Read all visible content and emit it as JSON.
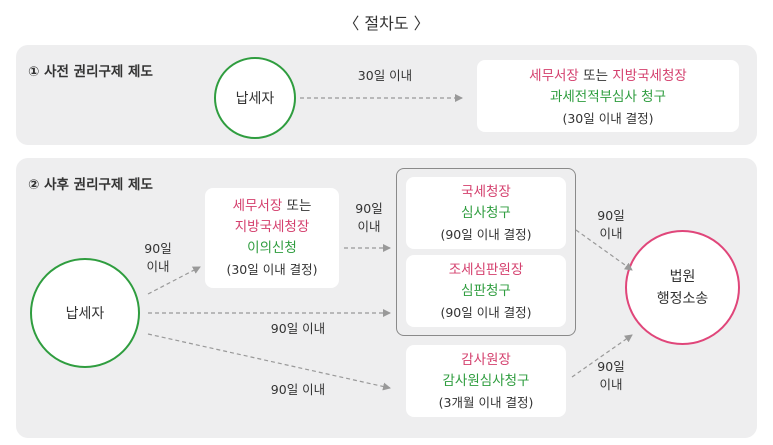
{
  "title": "〈 절차도 〉",
  "section1": {
    "label": "① 사전 권리구제 제도",
    "taxpayer": "납세자",
    "arrow_label": "30일 이내",
    "box": {
      "line1_pink_a": "세무서장",
      "line1_dark": " 또는 ",
      "line1_pink_b": "지방국세청장",
      "line2": "과세전적부심사 청구",
      "line3": "(30일 이내 결정)"
    }
  },
  "section2": {
    "label": "② 사후 권리구제 제도",
    "taxpayer": "납세자",
    "labels": {
      "to_objection": "90일\n이내",
      "objection_to_group": "90일\n이내",
      "direct_to_group": "90일 이내",
      "direct_to_audit": "90일 이내",
      "group_to_court": "90일\n이내",
      "audit_to_court": "90일\n이내"
    },
    "objection": {
      "line1_pink": "세무서장",
      "line1_dark": " 또는",
      "line2": "지방국세청장",
      "line3": "이의신청",
      "line4": "(30일 이내 결정)"
    },
    "nts": {
      "line1": "국세청장",
      "line2": "심사청구",
      "line3": "(90일 이내 결정)"
    },
    "tribunal": {
      "line1": "조세심판원장",
      "line2": "심판청구",
      "line3": "(90일 이내 결정)"
    },
    "audit": {
      "line1": "감사원장",
      "line2": "감사원심사청구",
      "line3": "(3개월 이내 결정)"
    },
    "court": {
      "line1": "법원",
      "line2": "행정소송"
    }
  },
  "colors": {
    "pink": "#d4406e",
    "green": "#2f9d3f",
    "panel": "#eeeeef",
    "arrow": "#999999"
  }
}
